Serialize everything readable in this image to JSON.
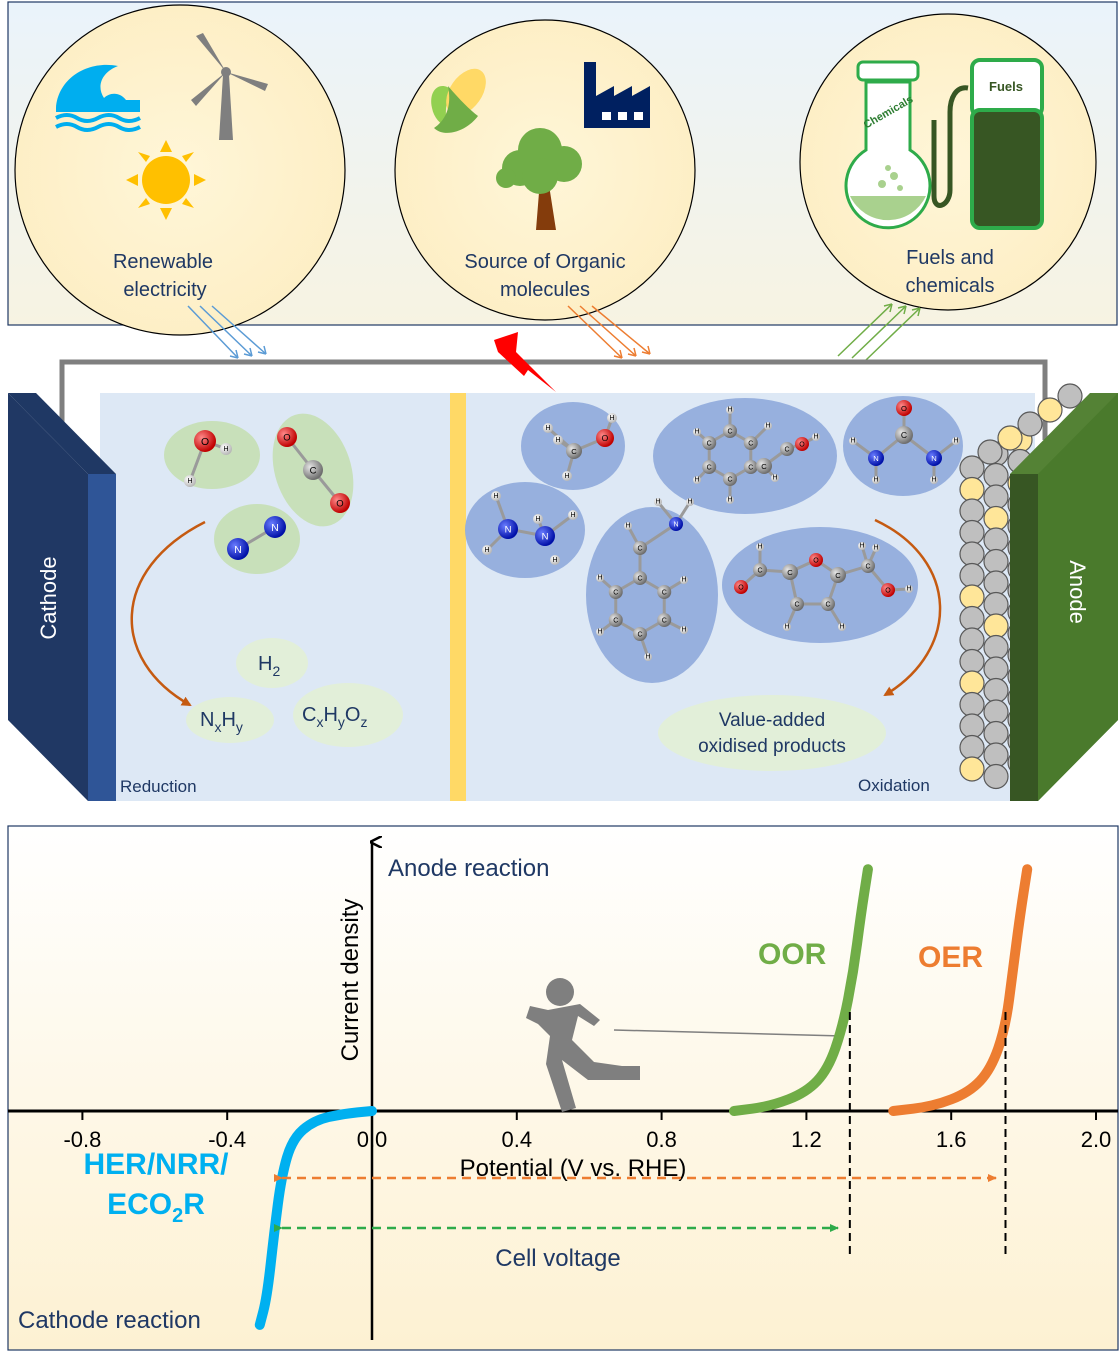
{
  "top_panel": {
    "circles": [
      {
        "label_lines": [
          "Renewable",
          "electricity"
        ]
      },
      {
        "label_lines": [
          "Source of Organic",
          "molecules"
        ]
      },
      {
        "label_lines": [
          "Fuels and",
          "chemicals"
        ]
      }
    ],
    "icon_labels": {
      "chemicals": "Chemicals",
      "fuels": "Fuels"
    }
  },
  "cell": {
    "cathode_label": "Cathode",
    "anode_label": "Anode",
    "reduction_label": "Reduction",
    "oxidation_label": "Oxidation",
    "products": {
      "h2": {
        "base": "H",
        "sub": "2"
      },
      "nxhy": [
        {
          "base": "N",
          "sub": "x"
        },
        {
          "base": "H",
          "sub": "y"
        }
      ],
      "cxhyoz": [
        {
          "base": "C",
          "sub": "x"
        },
        {
          "base": "H",
          "sub": "y"
        },
        {
          "base": "O",
          "sub": "z"
        }
      ],
      "value_added": [
        "Value-added",
        "oxidised products"
      ]
    },
    "atoms": {
      "O": "O",
      "H": "H",
      "C": "C",
      "N": "N"
    }
  },
  "chart_data": {
    "type": "line",
    "xlabel": "Potential (V vs. RHE)",
    "ylabel": "Current density",
    "xlim": [
      -1.0,
      2.0
    ],
    "x_ticks": [
      "-0.8",
      "-0.4",
      "0.0",
      "0.4",
      "0.8",
      "1.2",
      "1.6",
      "2.0"
    ],
    "x_tick_values": [
      -0.8,
      -0.4,
      0.0,
      0.4,
      0.8,
      1.2,
      1.6,
      2.0
    ],
    "series": [
      {
        "name": "OOR",
        "color": "#70ad47",
        "x": [
          1.0,
          1.1,
          1.2,
          1.26,
          1.3,
          1.33,
          1.35,
          1.37
        ],
        "y": [
          0.0,
          0.05,
          0.2,
          0.45,
          0.9,
          1.5,
          2.1,
          2.6
        ]
      },
      {
        "name": "OER",
        "color": "#ed7d31",
        "x": [
          1.44,
          1.55,
          1.65,
          1.71,
          1.75,
          1.77,
          1.79,
          1.81
        ],
        "y": [
          0.0,
          0.05,
          0.2,
          0.45,
          0.9,
          1.5,
          2.1,
          2.6
        ]
      },
      {
        "name": "HER/NRR/ECO₂R",
        "color": "#00b0f0",
        "x": [
          0.0,
          -0.08,
          -0.16,
          -0.22,
          -0.25,
          -0.27,
          -0.29,
          -0.31
        ],
        "y": [
          0.0,
          -0.03,
          -0.1,
          -0.3,
          -0.7,
          -1.3,
          -2.0,
          -2.3
        ]
      }
    ],
    "reference_lines_x": [
      1.32,
      1.75
    ],
    "labels": {
      "anode_reaction": "Anode reaction",
      "cathode_reaction": "Cathode reaction",
      "cell_voltage": "Cell voltage",
      "oor": "OOR",
      "oer": "OER",
      "cathode_series_lines": [
        [
          "HER/NRR/"
        ],
        [
          "ECO",
          "2",
          "R"
        ]
      ]
    }
  }
}
